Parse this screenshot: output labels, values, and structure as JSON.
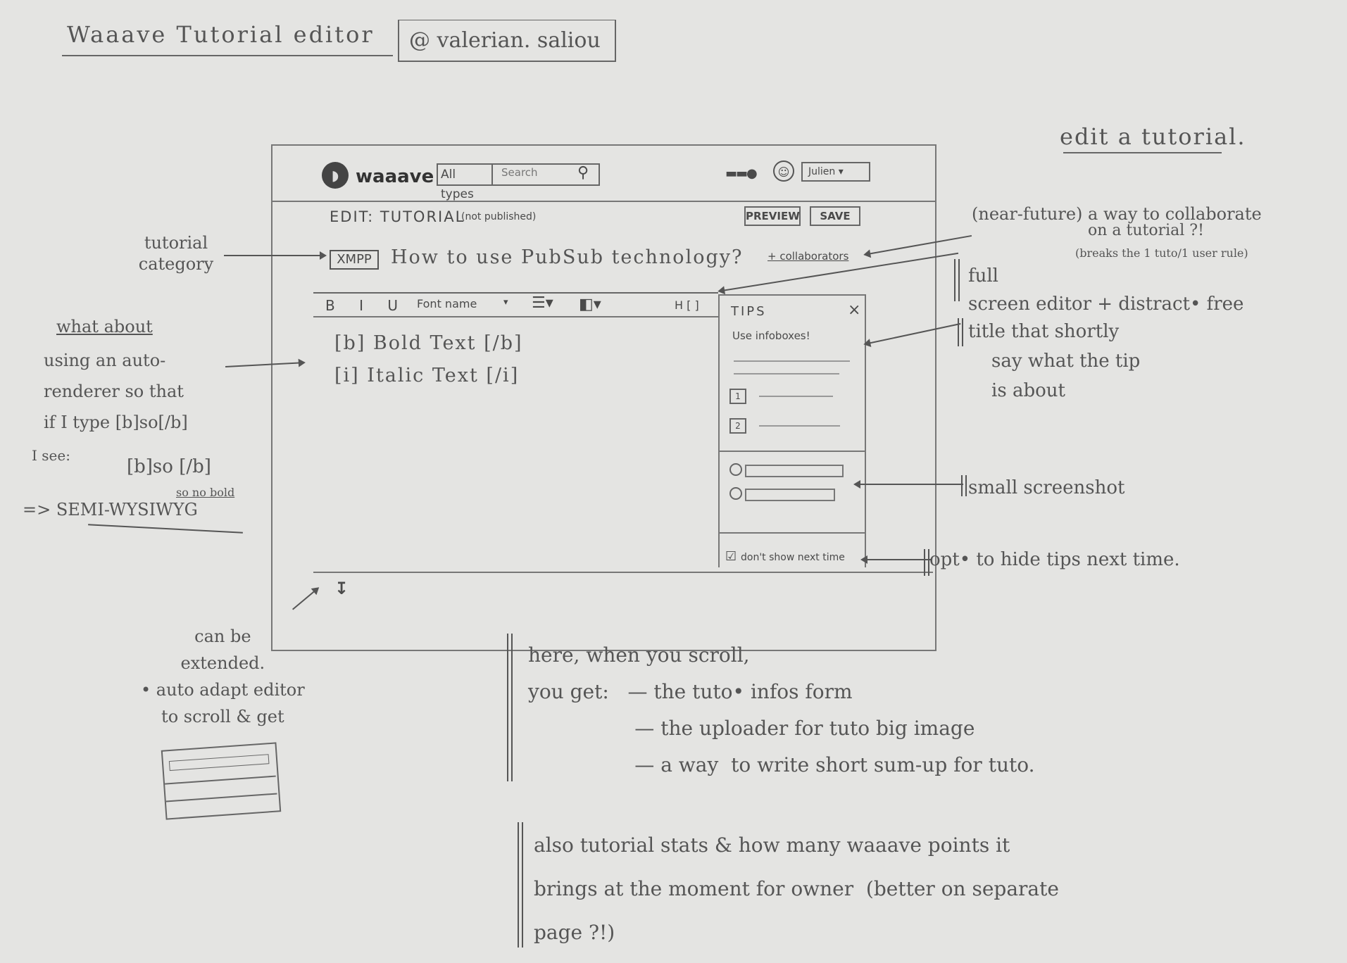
{
  "header": {
    "title": "Waaave Tutorial editor",
    "author_handle": "@ valerian. saliou",
    "page_label": "edit a tutorial."
  },
  "app": {
    "logo_text": "waaave",
    "search_type": "All types",
    "search_placeholder": "Search",
    "search_icon": "search-icon",
    "notif_icon": "notifications-icon",
    "avatar_icon": "avatar-icon",
    "user_menu": "Julien",
    "edit_label": "EDIT: TUTORIAL",
    "edit_status": "(not published)",
    "preview_label": "PREVIEW",
    "save_label": "SAVE",
    "category": "XMPP",
    "tutorial_title": "How to use PubSub technology?",
    "collaborators_link": "+ collaborators",
    "toolbar": {
      "biu": "B I U",
      "font_name": "Font name",
      "align_icon": "align-icon",
      "color_icon": "color-icon",
      "fullscreen": "H [ ]"
    },
    "editor_lines": [
      "[b] Bold Text [/b]",
      "[i] Italic Text [/i]"
    ],
    "resize_icon": "resize-handle-icon"
  },
  "tips": {
    "title": "TIPS",
    "close": "×",
    "heading": "Use infoboxes!",
    "steps": [
      "1",
      "2"
    ],
    "dont_show": "don't show next time"
  },
  "annotations": {
    "category": "tutorial category",
    "what_about_heading": "what about",
    "what_about_body": "using an auto-\nrenderer so that\nif I type [b]so[/b]",
    "i_see": "I see:",
    "i_see_code": "[b]so [/b]",
    "no_bold": "so no bold",
    "semi": "=> SEMI-WYSIWYG",
    "extend": "can be\nextended.\n• auto adapt editor\nto scroll & get",
    "near_future": "(near-future) a way to collaborate",
    "near_future2": "on a tutorial ?!",
    "near_future3": "(breaks the 1 tuto/1 user rule)",
    "full_screen": "full\nscreen editor + distract• free",
    "tip_title": "title that shortly\n    say what the tip\n    is about",
    "small_screenshot": "small screenshot",
    "opt_hide": "opt• to hide tips next time.",
    "scroll_note": "here, when you scroll,\nyou get:   — the tuto• infos form\n                 — the uploader for tuto big image\n                 — a way  to write short sum-up for tuto.",
    "stats_note": "also tutorial stats & how many waaave points it\nbrings at the moment for owner  (better on separate\npage ?!)"
  }
}
